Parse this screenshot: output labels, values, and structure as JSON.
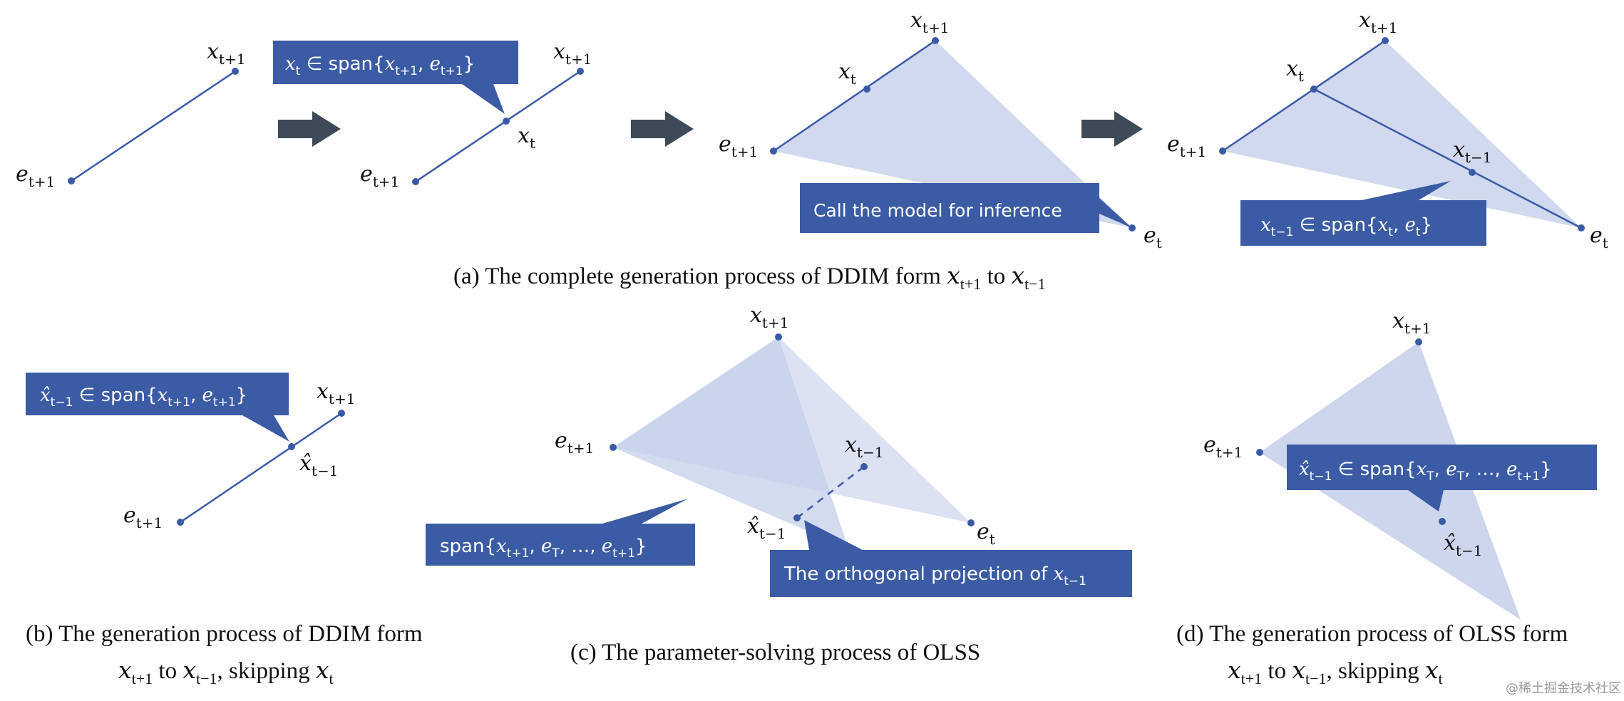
{
  "colors": {
    "line": "#3a5aa8",
    "callout": "#3b5ba5",
    "plane": "#c4cfe9",
    "arrow": "#3d4a58"
  },
  "labels": {
    "x_t1": "x",
    "x_t1_sub": "t+1",
    "x_t": "x",
    "x_t_sub": "t",
    "x_tm1": "x",
    "x_tm1_sub": "t−1",
    "e_t1": "e",
    "e_t1_sub": "t+1",
    "e_t": "e",
    "e_t_sub": "t",
    "xhat_tm1": "x̂",
    "xhat_tm1_sub": "t−1"
  },
  "callouts": {
    "a1": {
      "lead": "x",
      "lead_sub": "t",
      "rel": " ∈ span{",
      "p1": "x",
      "p1_sub": "t+1",
      "sep": ", ",
      "p2": "e",
      "p2_sub": "t+1",
      "close": "}"
    },
    "a2": {
      "text": "Call the model for inference"
    },
    "a3": {
      "lead": "x",
      "lead_sub": "t−1",
      "rel": " ∈ span{",
      "p1": "x",
      "p1_sub": "t",
      "sep": ", ",
      "p2": "e",
      "p2_sub": "t",
      "close": "}"
    },
    "b1": {
      "lead": "x̂",
      "lead_sub": "t−1",
      "rel": " ∈ span{",
      "p1": "x",
      "p1_sub": "t+1",
      "sep": ", ",
      "p2": "e",
      "p2_sub": "t+1",
      "close": "}"
    },
    "c1": {
      "pre": "span{",
      "p1": "x",
      "p1_sub": "t+1",
      "sep1": ", ",
      "p2": "e",
      "p2_sub": "T",
      "sep2": ", …, ",
      "p3": "e",
      "p3_sub": "t+1",
      "close": "}"
    },
    "c2": {
      "text": "The orthogonal projection of ",
      "m": "x",
      "m_sub": "t−1"
    },
    "d1": {
      "lead": "x̂",
      "lead_sub": "t−1",
      "rel": " ∈ span{",
      "p1": "x",
      "p1_sub": "T",
      "sep1": ", ",
      "p2": "e",
      "p2_sub": "T",
      "sep2": ", …, ",
      "p3": "e",
      "p3_sub": "t+1",
      "close": "}"
    }
  },
  "captions": {
    "a": {
      "text": "(a) The complete generation process of DDIM form ",
      "m1": "x",
      "m1_sub": "t+1",
      "mid": " to ",
      "m2": "x",
      "m2_sub": "t−1"
    },
    "b": {
      "line1": "(b) The generation process of DDIM form",
      "m1": "x",
      "m1_sub": "t+1",
      "mid": " to ",
      "m2": "x",
      "m2_sub": "t−1",
      "tail": ", skipping ",
      "m3": "x",
      "m3_sub": "t"
    },
    "c": {
      "text": "(c) The parameter-solving process of OLSS"
    },
    "d": {
      "line1": "(d) The generation process of OLSS form",
      "m1": "x",
      "m1_sub": "t+1",
      "mid": " to ",
      "m2": "x",
      "m2_sub": "t−1",
      "tail": ", skipping ",
      "m3": "x",
      "m3_sub": "t"
    }
  },
  "watermark": "@稀土掘金技术社区"
}
